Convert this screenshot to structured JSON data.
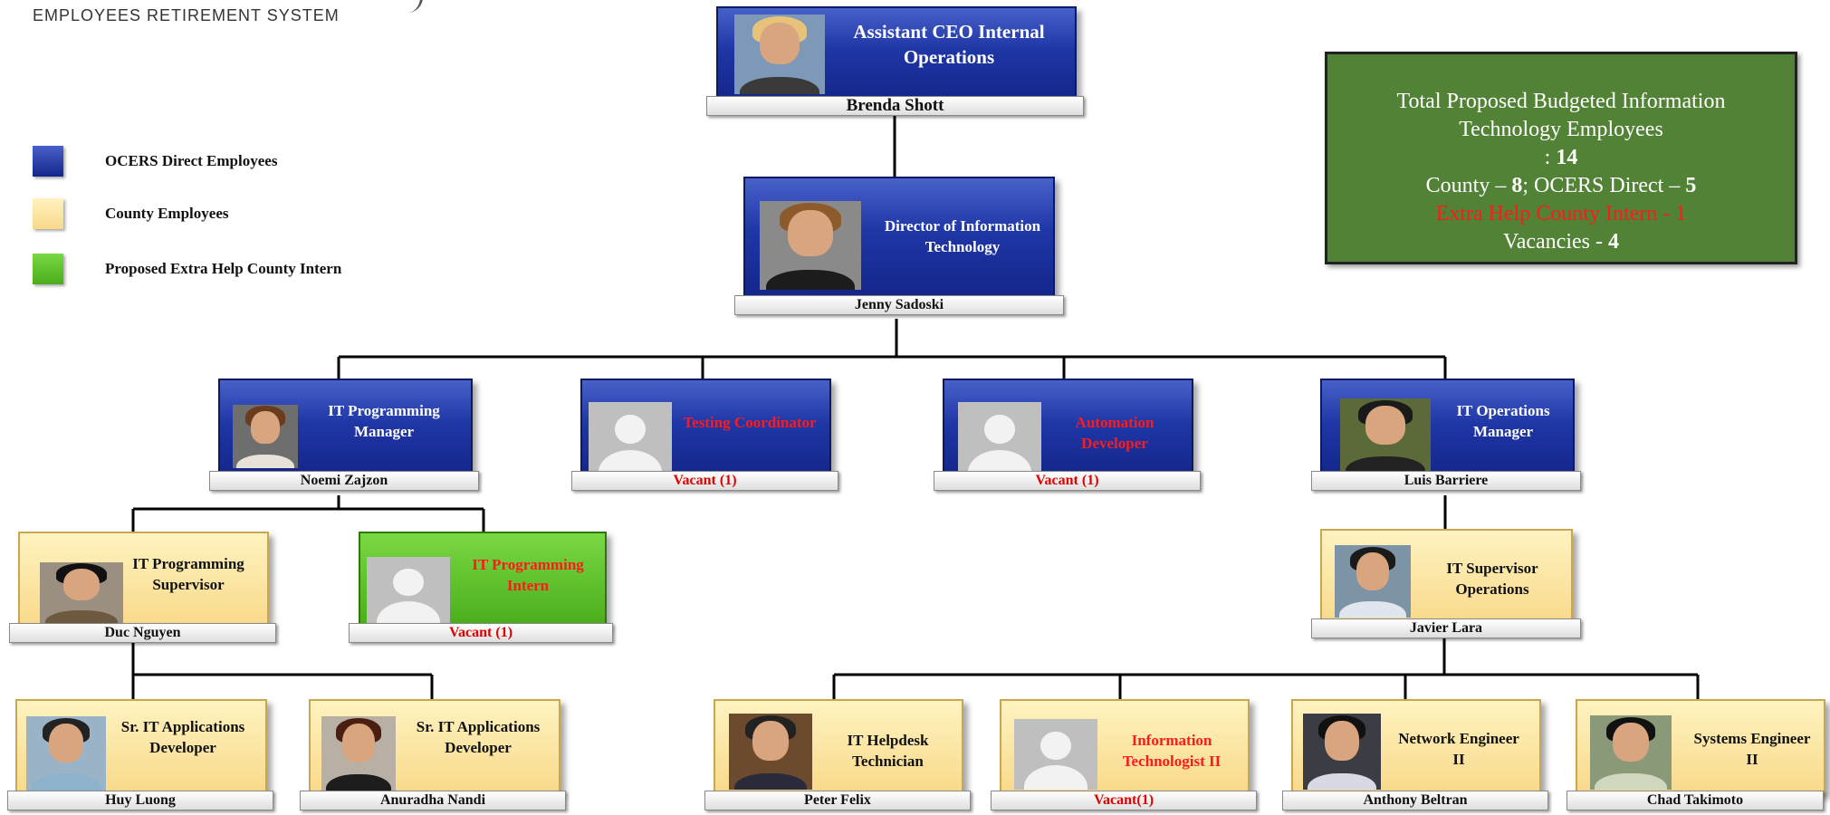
{
  "header": {
    "org_name": "EMPLOYEES RETIREMENT SYSTEM"
  },
  "legend": [
    {
      "label": "OCERS Direct Employees",
      "color": "#1f36a6"
    },
    {
      "label": "County Employees",
      "color": "#f8d98a"
    },
    {
      "label": "Proposed Extra Help County Intern",
      "color": "#49ad1a"
    }
  ],
  "summary": {
    "line1": "Total Proposed Budgeted Information Technology Employees",
    "total_prefix": ": ",
    "total": "14",
    "county_label": "County – ",
    "county": "8",
    "direct_label": "; OCERS Direct – ",
    "direct": "5",
    "intern_line": "Extra Help County Intern - 1",
    "vacancies_label": "Vacancies - ",
    "vacancies": "4"
  },
  "colors": {
    "ocers_direct": "#1f36a6",
    "county": "#f8d98a",
    "intern": "#49ad1a",
    "vacant_text": "#e00000",
    "summary_bg": "#528236"
  },
  "positions": {
    "assistant_ceo": {
      "title": "Assistant CEO Internal Operations",
      "name": "Brenda Shott",
      "type": "ocers_direct"
    },
    "it_director": {
      "title": "Director of Information Technology",
      "name": "Jenny Sadoski",
      "type": "ocers_direct"
    },
    "it_programming_manager": {
      "title": "IT Programming Manager",
      "name": "Noemi Zajzon",
      "type": "ocers_direct"
    },
    "testing_coordinator": {
      "title": "Testing Coordinator",
      "name": "Vacant (1)",
      "type": "ocers_direct",
      "vacant": true
    },
    "automation_developer": {
      "title": "Automation Developer",
      "name": "Vacant (1)",
      "type": "ocers_direct",
      "vacant": true
    },
    "it_operations_manager": {
      "title": "IT Operations Manager",
      "name": "Luis Barriere",
      "type": "ocers_direct"
    },
    "it_programming_supervisor": {
      "title": "IT Programming Supervisor",
      "name": "Duc Nguyen",
      "type": "county"
    },
    "it_programming_intern": {
      "title": "IT Programming Intern",
      "name": "Vacant (1)",
      "type": "intern",
      "vacant": true
    },
    "it_supervisor_operations": {
      "title": "IT Supervisor Operations",
      "name": "Javier Lara",
      "type": "county"
    },
    "sr_it_applications_developer_1": {
      "title": "Sr. IT Applications Developer",
      "name": "Huy Luong",
      "type": "county"
    },
    "sr_it_applications_developer_2": {
      "title": "Sr. IT Applications Developer",
      "name": "Anuradha Nandi",
      "type": "county"
    },
    "it_helpdesk_technician": {
      "title": "IT Helpdesk Technician",
      "name": "Peter Felix",
      "type": "county"
    },
    "information_technologist_ii": {
      "title": "Information Technologist II",
      "name": "Vacant(1)",
      "type": "county",
      "vacant": true
    },
    "network_engineer_ii": {
      "title": "Network Engineer II",
      "name": "Anthony Beltran",
      "type": "county"
    },
    "systems_engineer_ii": {
      "title": "Systems Engineer II",
      "name": "Chad Takimoto",
      "type": "county"
    }
  }
}
